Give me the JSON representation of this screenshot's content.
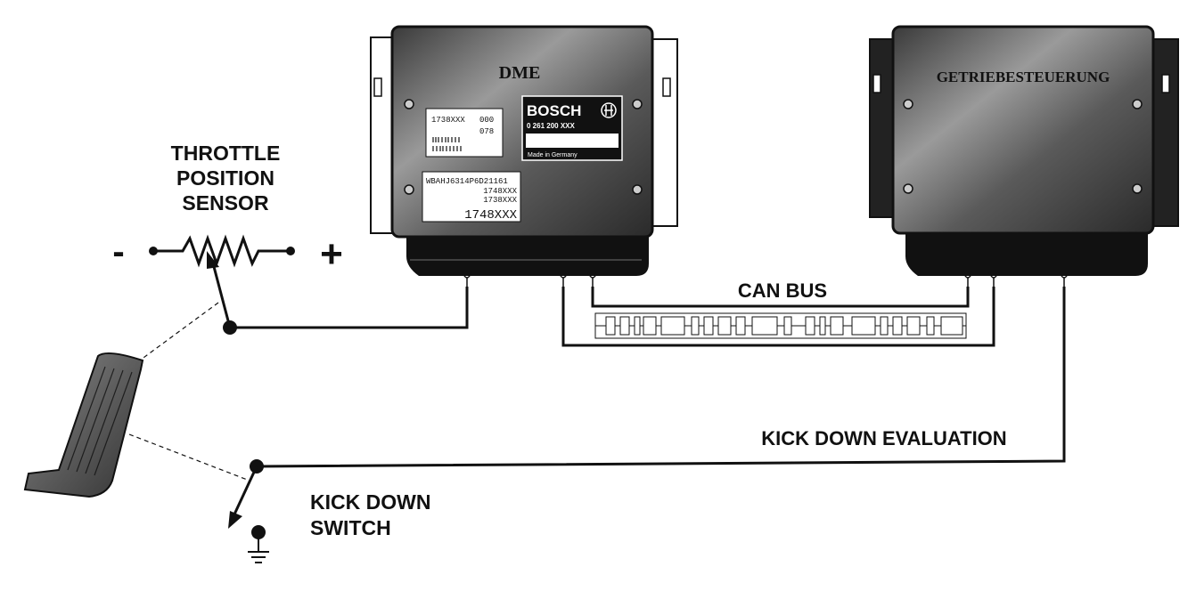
{
  "labels": {
    "throttle_line1": "THROTTLE",
    "throttle_line2": "POSITION",
    "throttle_line3": "SENSOR",
    "minus": "-",
    "plus": "+",
    "can_bus": "CAN BUS",
    "kick_down_evaluation": "KICK DOWN EVALUATION",
    "kick_down_line1": "KICK DOWN",
    "kick_down_line2": "SWITCH"
  },
  "dme": {
    "title": "DME",
    "brand": "BOSCH",
    "part_number": "0 261 200 XXX",
    "made_in": "Made in Germany",
    "sticker1_code": "1738XXX",
    "sticker1_n1": "000",
    "sticker1_n2": "078",
    "sticker2_vin": "WBAHJ6314P6D21161",
    "sticker2_l2": "1748XXX",
    "sticker2_l3": "1738XXX",
    "sticker2_l4": "1748XXX"
  },
  "tcu": {
    "title": "GETRIEBESTEUERUNG"
  }
}
